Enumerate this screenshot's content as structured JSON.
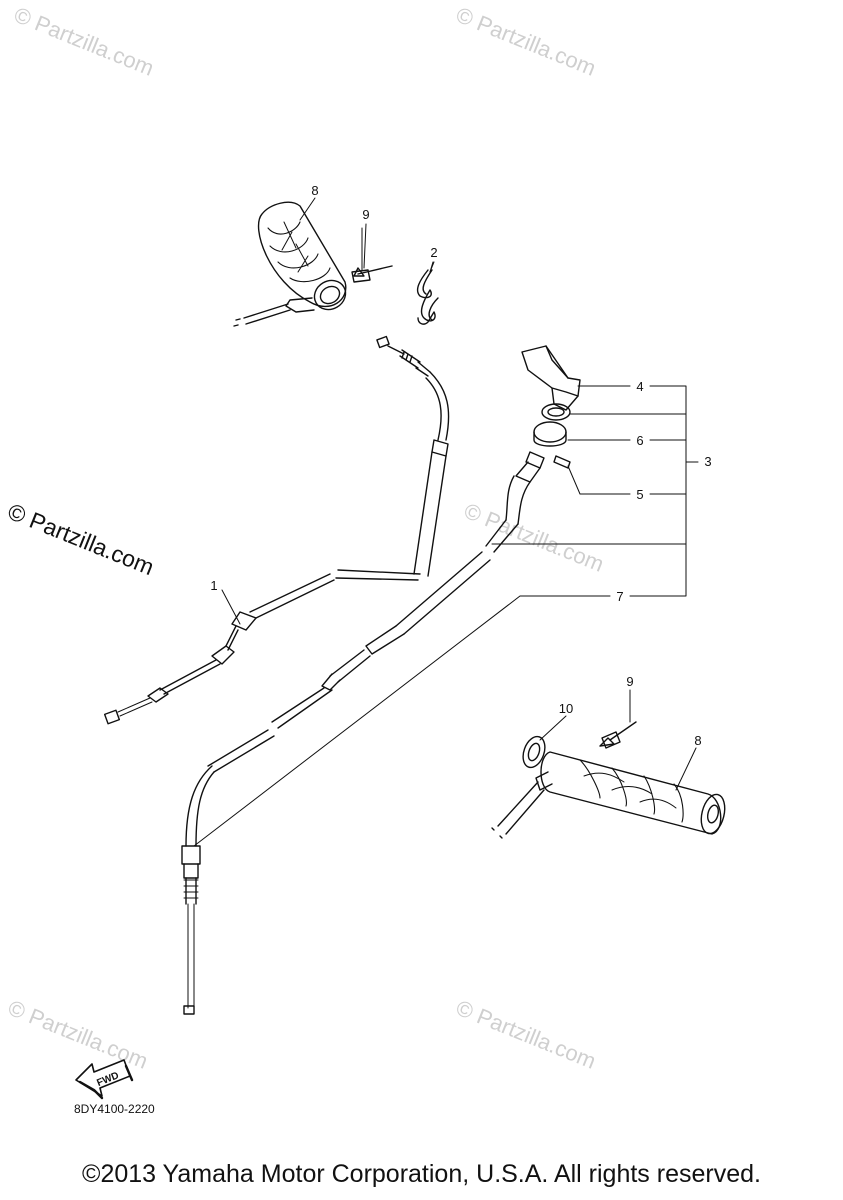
{
  "watermark": {
    "text": "© Partzilla.com",
    "prominent_text": "© Partzilla.com"
  },
  "callouts": {
    "c1": "1",
    "c2": "2",
    "c3": "3",
    "c4": "4",
    "c5": "5",
    "c6": "6",
    "c7": "7",
    "c8_top": "8",
    "c8_bottom": "8",
    "c9_top": "9",
    "c9_bottom": "9",
    "c10": "10"
  },
  "fwd_label": "FWD",
  "part_code": "8DY4100-2220",
  "copyright": "©2013 Yamaha Motor Corporation, U.S.A. All rights reserved."
}
